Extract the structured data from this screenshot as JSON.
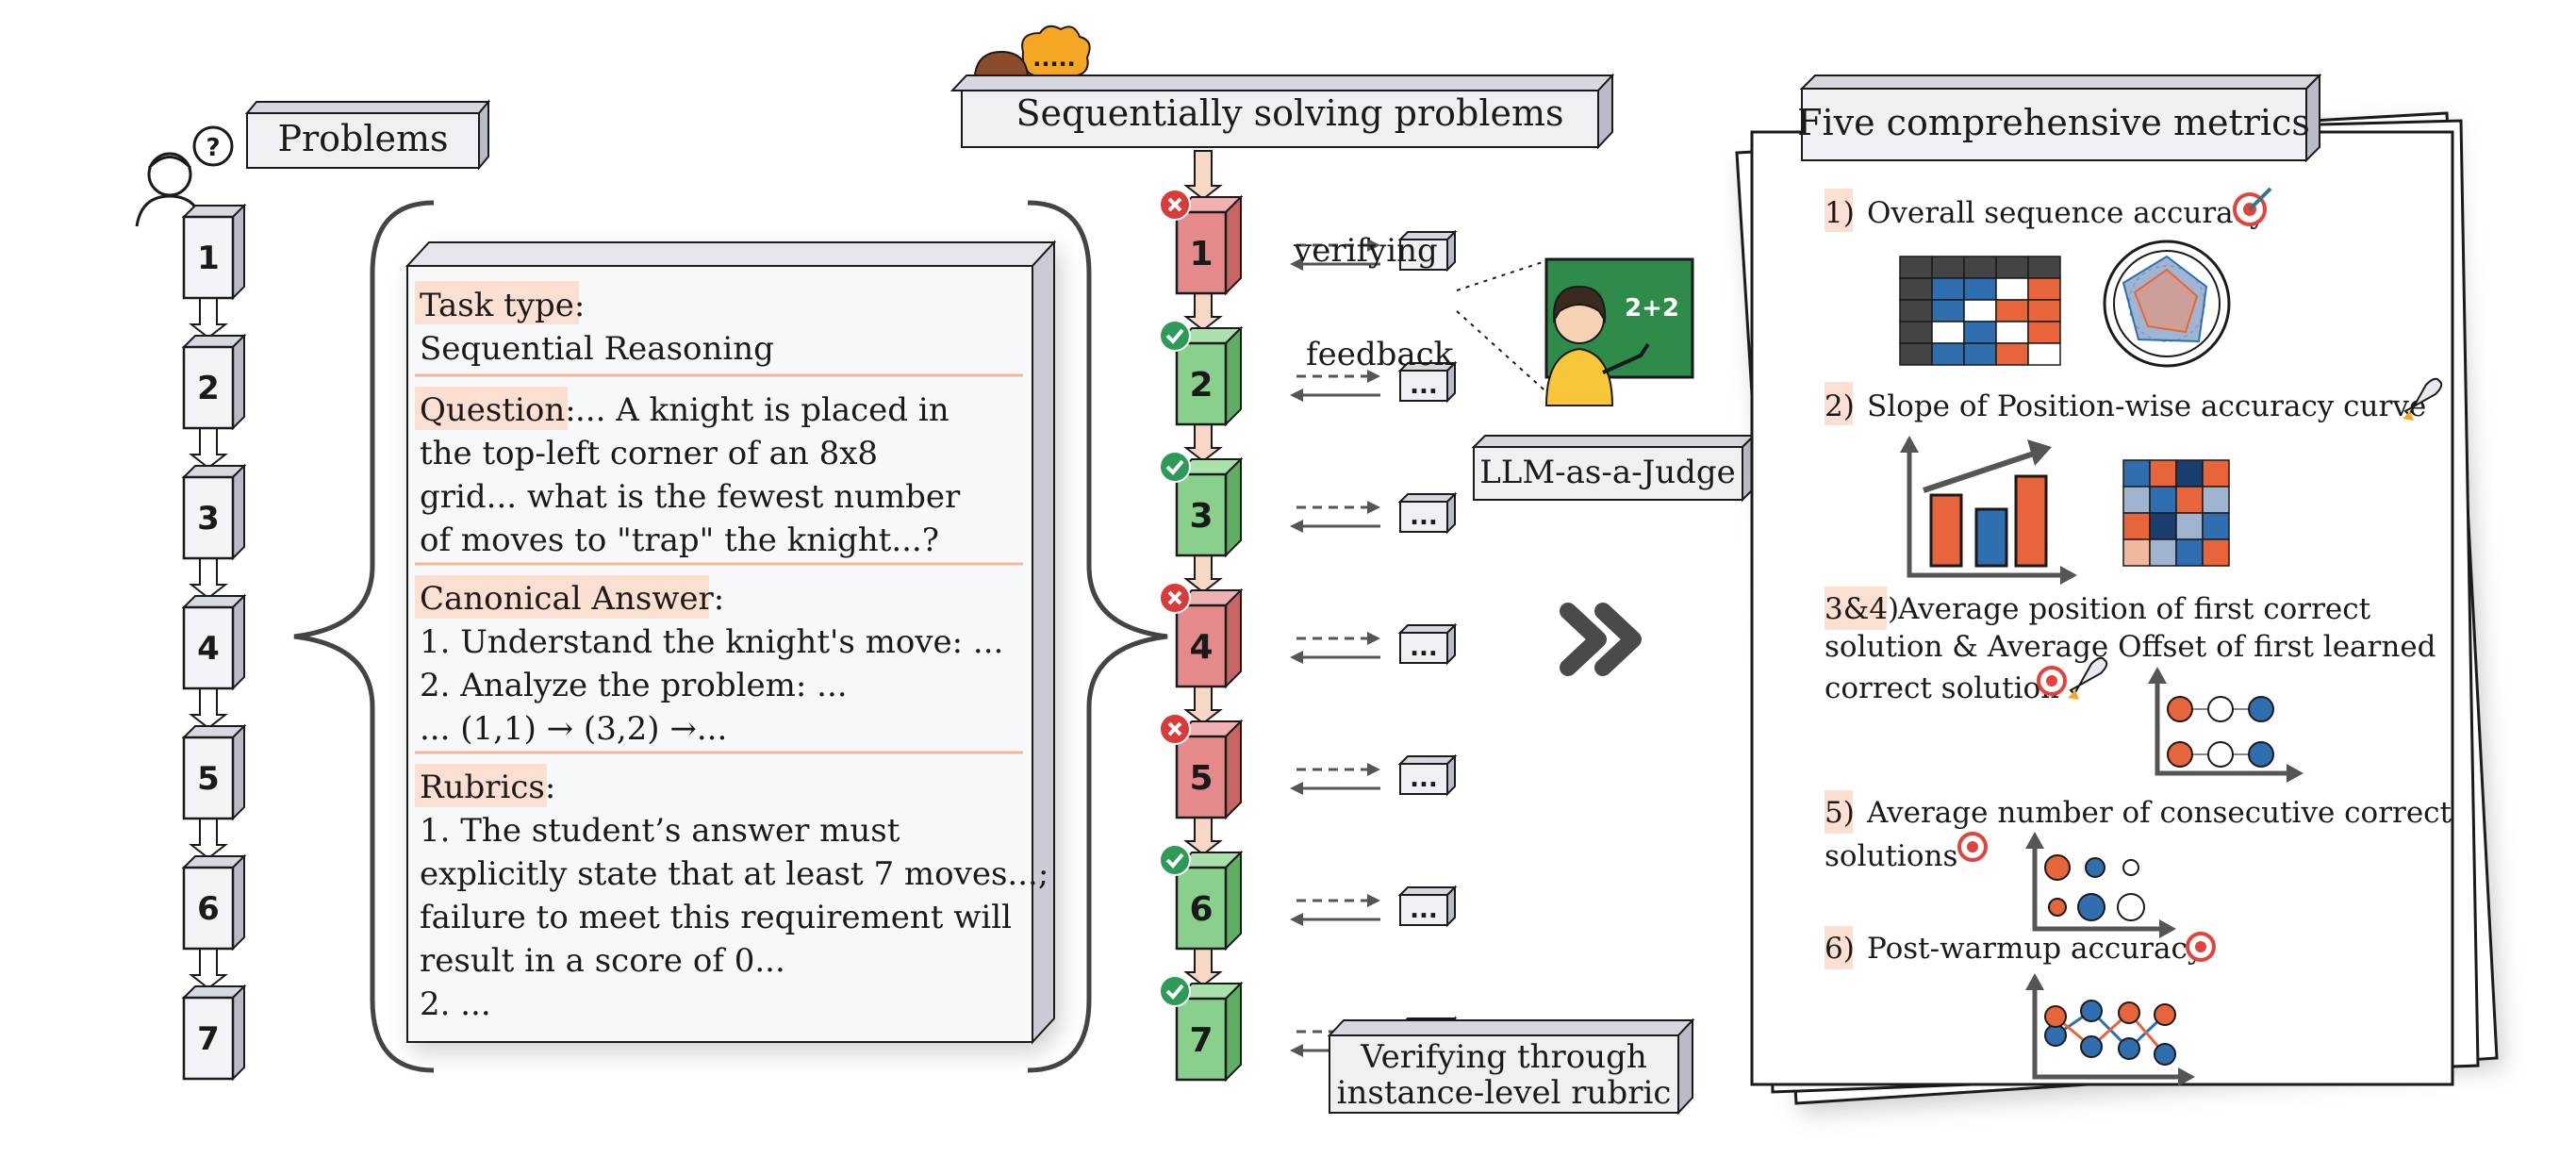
{
  "problems_title": "Problems",
  "left_steps": [
    "1",
    "2",
    "3",
    "4",
    "5",
    "6",
    "7"
  ],
  "card": {
    "task_type_label": "Task type:",
    "task_type_value": "Sequential Reasoning",
    "question_label": "Question:",
    "question_lines": [
      "... A knight is placed in",
      "the top-left corner of an 8x8",
      "grid... what is the fewest number",
      "of moves to \"trap\" the knight...?"
    ],
    "answer_label": "Canonical Answer:",
    "answer_lines": [
      "1. Understand the knight's move: ...",
      "2. Analyze the problem: ...",
      "... (1,1) → (3,2) →..."
    ],
    "rubrics_label": "Rubrics:",
    "rubrics_lines": [
      "1. The student’s answer must",
      "explicitly state that at least 7 moves...;",
      "failure to meet this requirement will",
      "result in a score of 0...",
      "2. ..."
    ]
  },
  "seq_title": "Sequentially solving problems",
  "seq_steps": [
    {
      "label": "1",
      "status": "wrong"
    },
    {
      "label": "2",
      "status": "correct"
    },
    {
      "label": "3",
      "status": "correct"
    },
    {
      "label": "4",
      "status": "wrong"
    },
    {
      "label": "5",
      "status": "wrong"
    },
    {
      "label": "6",
      "status": "correct"
    },
    {
      "label": "7",
      "status": "correct"
    }
  ],
  "verifying_label": "verifying",
  "feedback_label": "feedback",
  "ellipsis": "...",
  "board_text": "2+2",
  "judge_label": "LLM-as-a-Judge",
  "rubric_box_lines": [
    "Verifying through",
    "instance-level rubric"
  ],
  "metrics_title": "Five comprehensive metrics",
  "metrics": {
    "m1": {
      "num": "1)",
      "text": "Overall sequence accuracy"
    },
    "m2": {
      "num": "2)",
      "text": "Slope of Position-wise accuracy curve"
    },
    "m34": {
      "num": "3&4)",
      "lines": [
        "Average position of first correct",
        "solution & Average Offset of first learned",
        "correct solution"
      ]
    },
    "m5": {
      "num": "5)",
      "lines": [
        "Average number of consecutive correct",
        "solutions"
      ]
    },
    "m6": {
      "num": "6)",
      "text": "Post-warmup accuracy"
    }
  },
  "colors": {
    "wrong": "#e07b7b",
    "correct": "#82cf86",
    "highlight": "#fbe0d2",
    "blue": "#2f6fb0",
    "orange": "#e8643a"
  }
}
